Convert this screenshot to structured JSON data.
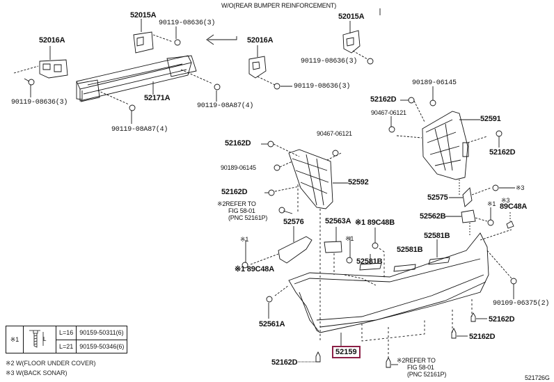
{
  "header": {
    "section_title": "W/O(REAR BUMPER REINFORCEMENT)",
    "figure_id": "521726G"
  },
  "highlight": {
    "part_number": "52159",
    "border_color": "#8b1f46"
  },
  "labels": {
    "p52016A_left": "52016A",
    "p52015A_left": "52015A",
    "bolt_top_left": "90119-08636(3)",
    "bolt_far_left": "90119-08636(3)",
    "p52171A": "52171A",
    "bolt_08A87_left": "90119-08A87(4)",
    "bolt_08A87_right": "90119-08A87(4)",
    "p52016A_mid": "52016A",
    "bolt_mid": "90119-08636(3)",
    "p52015A_right": "52015A",
    "bolt_right": "90119-08636(3)",
    "p52162D_r1": "52162D",
    "p90189_r": "90189-06145",
    "p90467_r": "90467-06121",
    "p52591": "52591",
    "p52162D_r2": "52162D",
    "p90467_m": "90467-06121",
    "p52162D_m1": "52162D",
    "p90189_m": "90189-06145",
    "p52592": "52592",
    "p52162D_m2": "52162D",
    "refer_fig_1": "※2REFER TO",
    "refer_fig_1b": "FIG 58-01",
    "refer_fig_1c": "(PNC 52161P)",
    "p52576": "52576",
    "p52563A": "52563A",
    "p89C48B": "※1 89C48B",
    "mark1_a": "※1",
    "mark1_b": "※1",
    "p89C48A_left": "※1 89C48A",
    "p52581B_a": "52581B",
    "p52581B_b": "52581B",
    "p52581B_c": "52581B",
    "p52575": "52575",
    "p52562B": "52562B",
    "mark1_c": "※1",
    "mark3": "※3",
    "p89C48A_right_tag": "※3",
    "p89C48A_right": "89C48A",
    "mark_r": "※1",
    "p90109": "90109-06375(2)",
    "p52561A": "52561A",
    "p52162D_b1": "52162D",
    "p52162D_b2": "52162D",
    "p52162D_b3": "52162D",
    "refer_fig_2": "※2REFER TO",
    "refer_fig_2b": "FIG 58-01",
    "refer_fig_2c": "(PNC 52161P)"
  },
  "legend_table": {
    "mark": "※1",
    "rows": [
      {
        "length": "L=16",
        "part": "90159-50311(6)"
      },
      {
        "length": "L=21",
        "part": "90159-50346(6)"
      }
    ],
    "dim_label": "L"
  },
  "notes": [
    "※2 W(FLOOR UNDER COVER)",
    "※3 W(BACK SONAR)"
  ]
}
